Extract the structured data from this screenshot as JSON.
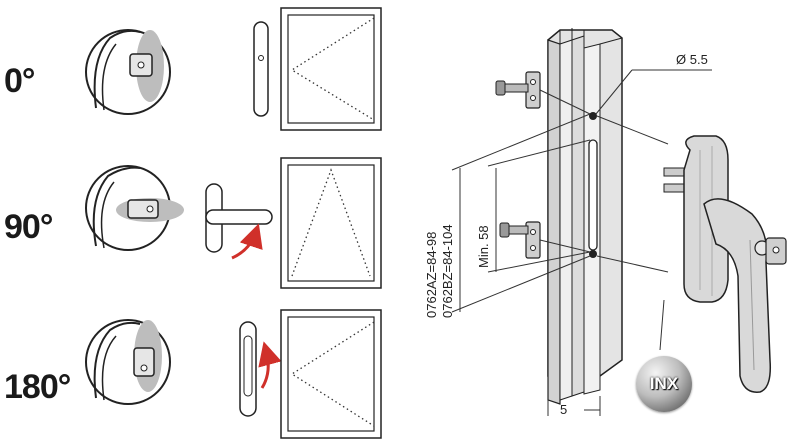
{
  "positions": [
    {
      "label": "0°",
      "state": "locked"
    },
    {
      "label": "90°",
      "state": "open"
    },
    {
      "label": "180°",
      "state": "tilt"
    }
  ],
  "dimensions": {
    "hole_diameter": "Ø 5.5",
    "min_spacing": "Min. 58",
    "range_az": "0762AZ=84-98",
    "range_bz": "0762BZ=84-104",
    "offset": "5"
  },
  "brand": {
    "logo_text": "INX"
  },
  "colors": {
    "arrow": "#d0302a",
    "line": "#333333",
    "part_fill": "#d9d9d9"
  }
}
